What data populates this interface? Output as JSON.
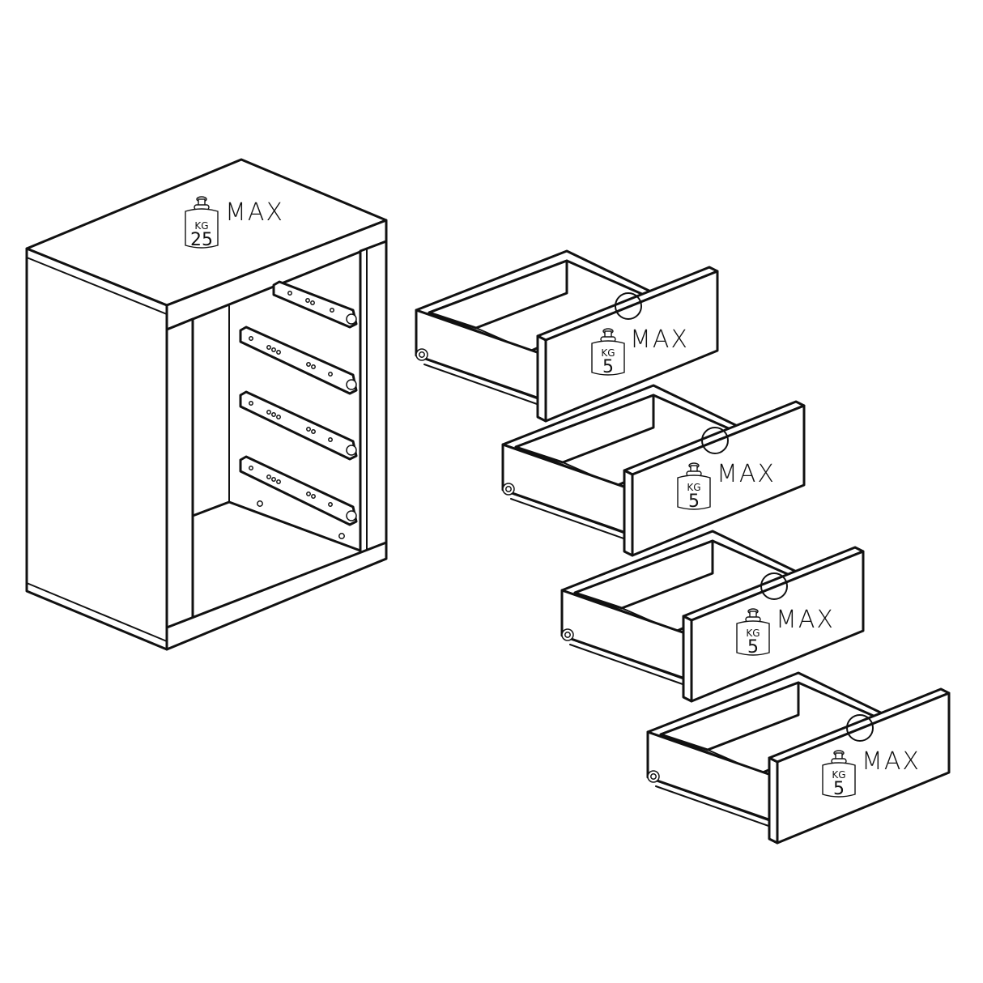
{
  "cabinet": {
    "load": {
      "max_label": "MAX",
      "unit": "KG",
      "value": "25"
    }
  },
  "drawers": [
    {
      "load": {
        "max_label": "MAX",
        "unit": "KG",
        "value": "5"
      }
    },
    {
      "load": {
        "max_label": "MAX",
        "unit": "KG",
        "value": "5"
      }
    },
    {
      "load": {
        "max_label": "MAX",
        "unit": "KG",
        "value": "5"
      }
    },
    {
      "load": {
        "max_label": "MAX",
        "unit": "KG",
        "value": "5"
      }
    }
  ]
}
